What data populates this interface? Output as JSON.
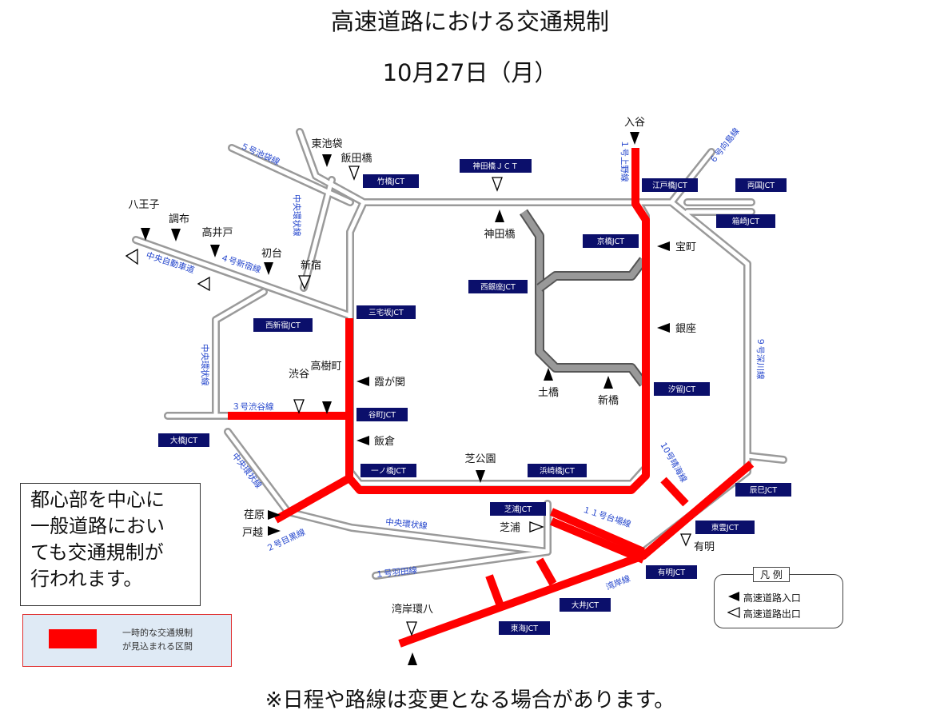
{
  "title": "高速道路における交通規制",
  "date": "10月27日（月）",
  "footnote": "※日程や路線は変更となる場合があります。",
  "notice": [
    "都心部を中心に",
    "一般道路におい",
    "ても交通規制が",
    "行われます。"
  ],
  "key_text": [
    "一時的な交通規制",
    "が見込まれる区間"
  ],
  "legend": {
    "title": "凡 例",
    "entrance": "高速道路入口",
    "exit": "高速道路出口"
  },
  "colors": {
    "restriction": "#ff0000",
    "jct_badge": "#0b0f6b",
    "route_label": "#2244cc",
    "inner_loop": "#999999"
  },
  "jct_labels": {
    "takebashi": "竹橋JCT",
    "kandabashi": "神田橋ＪＣＴ",
    "edobashi": "江戸橋JCT",
    "ryogoku": "両国JCT",
    "hakozaki": "箱崎JCT",
    "kyobashi": "京橋JCT",
    "nishiginza": "西銀座JCT",
    "miyakezaka": "三宅坂JCT",
    "nishishinjuku": "西新宿JCT",
    "shiodome": "汐留JCT",
    "tanimachi": "谷町JCT",
    "ohashi": "大橋JCT",
    "ichinohashi": "一ノ橋JCT",
    "hamazakibashi": "浜崎橋JCT",
    "tatsumi": "辰巳JCT",
    "shibaura": "芝浦JCT",
    "shinonome": "東雲JCT",
    "ariake": "有明JCT",
    "oi": "大井JCT",
    "tokai": "東海JCT"
  },
  "place_labels": {
    "iriya": "入谷",
    "higashiikebukuro": "東池袋",
    "iidabashi": "飯田橋",
    "hachioji": "八王子",
    "chofu": "調布",
    "takaido": "高井戸",
    "hatsudai": "初台",
    "shinjuku": "新宿",
    "kandabashi": "神田橋",
    "takaramachi": "宝町",
    "ginza": "銀座",
    "shibuya": "渋谷",
    "takagicho": "高樹町",
    "kasumigaseki": "霞が関",
    "iikura": "飯倉",
    "dobashi": "土橋",
    "shinbashi": "新橋",
    "shibakoen": "芝公園",
    "shibaura": "芝浦",
    "ariake": "有明",
    "ebara": "荏原",
    "togoshi": "戸越",
    "wangan_kanpachi": "湾岸環八"
  },
  "route_labels": {
    "r5": "５号池袋線",
    "r1ueno": "１号上野線",
    "r6": "６号向島線",
    "central_n": "中央環状線",
    "chuo_exp": "中央自動車道",
    "r4": "４号新宿線",
    "central_w": "中央環状線",
    "r3": "３号渋谷線",
    "r9": "９号深川線",
    "r10": "10号晴海線",
    "central_s": "中央環状線",
    "r2": "２号目黒線",
    "central_sw": "中央環状線",
    "r1haneda": "１号羽田線",
    "r11": "１１号台場線",
    "wangan": "湾岸線"
  }
}
